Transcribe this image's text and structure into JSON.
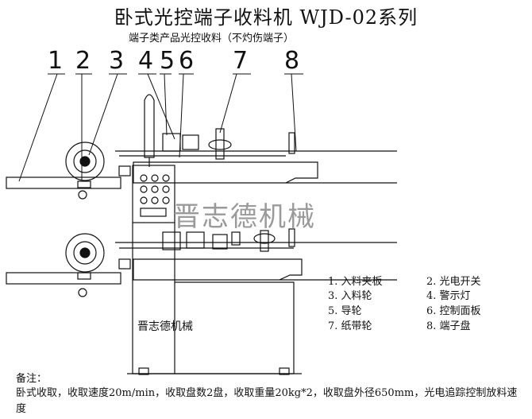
{
  "title": "卧式光控端子收料机 WJD-02系列",
  "subtitle": "端子类产品光控收料（不灼伤端子）",
  "callouts": [
    "1",
    "2",
    "3",
    "4",
    "5",
    "6",
    "7",
    "8"
  ],
  "watermark": "晋志德机械",
  "frame_label": "晋志德机械",
  "legend": [
    "1. 入料夹板",
    "2. 光电开关",
    "3. 入料轮",
    "4. 警示灯",
    "5. 导轮",
    "6. 控制面板",
    "7. 纸带轮",
    "8. 端子盘"
  ],
  "notes": {
    "title": "备注：",
    "body": "卧式收取，收取速度20m/min，收取盘数2盘，收取重量20kg*2，收取盘外径650mm，光电追踪控制放料速度"
  }
}
